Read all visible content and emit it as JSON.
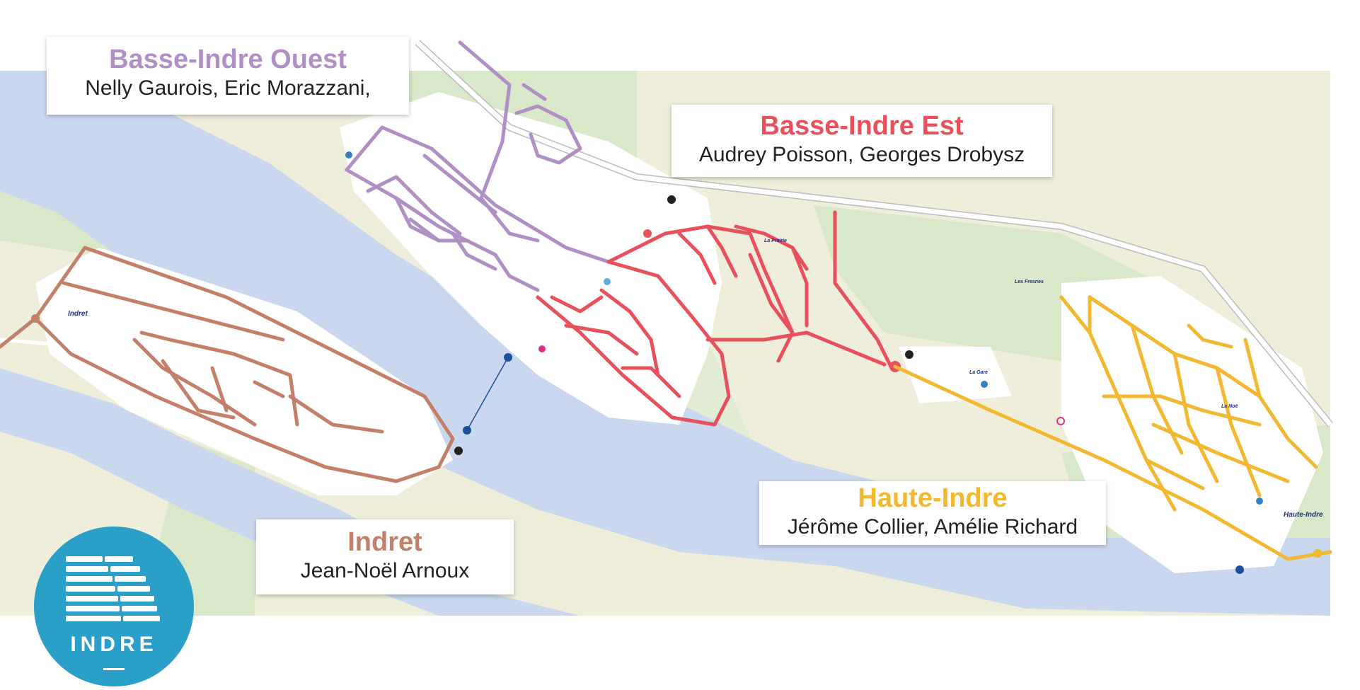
{
  "zones": {
    "basse_indre_ouest": {
      "title": "Basse-Indre Ouest",
      "names": "Nelly Gaurois, Eric Morazzani,",
      "color": "#b08fc4"
    },
    "basse_indre_est": {
      "title": "Basse-Indre Est",
      "names": "Audrey Poisson, Georges Drobysz",
      "color": "#e8505b"
    },
    "haute_indre": {
      "title": "Haute-Indre",
      "names": "Jérôme Collier, Amélie Richard",
      "color": "#f2b830"
    },
    "indret": {
      "title": "Indret",
      "names": "Jean-Noël Arnoux",
      "color": "#c47f68"
    }
  },
  "place_labels": {
    "indret": "Indret",
    "haute_indre": "Haute-Indre",
    "la_prairie": "La Prairie",
    "la_gare": "La Gare",
    "les_fresnes": "Les Fresnes",
    "la_noe": "La Noë"
  },
  "colors": {
    "water": "#c9d8ee",
    "land_green": "#d8e8c8",
    "land_beige": "#eeeeda",
    "urban": "#ffffff",
    "logo": "#2a9fc8"
  },
  "icons": [
    "house-icon",
    "stop-icon",
    "bus-icon",
    "parking-icon",
    "ferry-icon"
  ],
  "logo": {
    "text": "INDRE"
  }
}
